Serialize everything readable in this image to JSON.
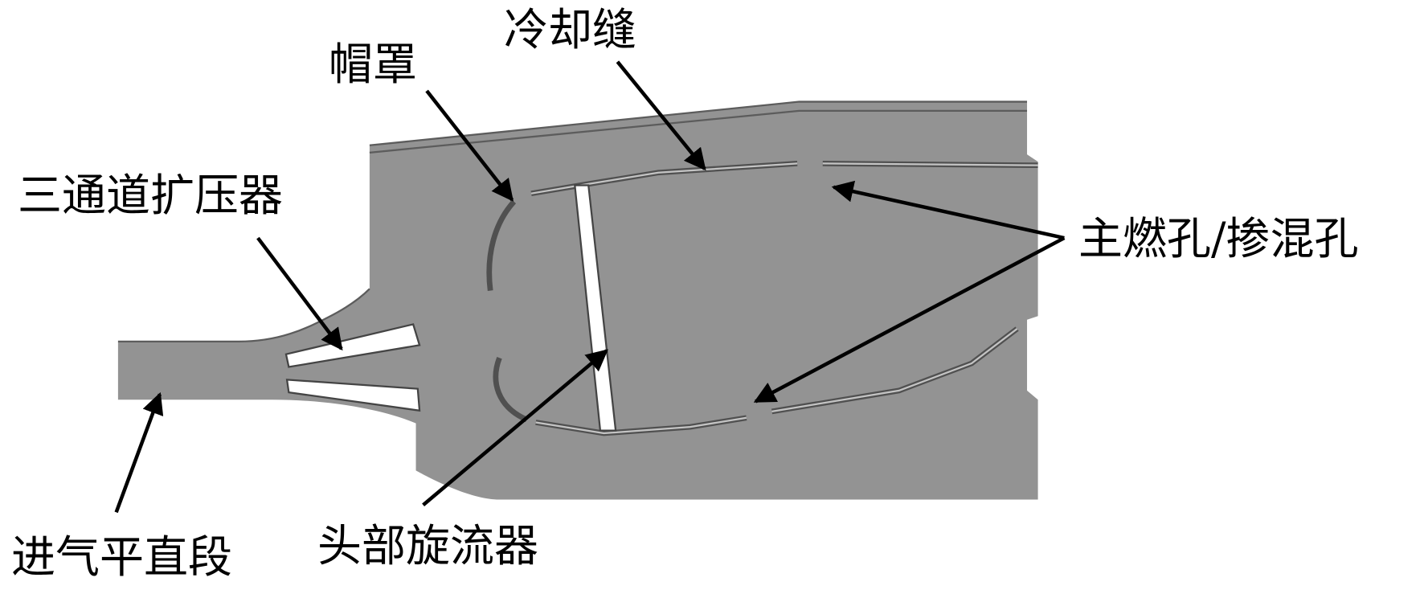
{
  "labels": {
    "cooling_slot": "冷却缝",
    "cowl": "帽罩",
    "diffuser": "三通道扩压器",
    "holes": "主燃孔/掺混孔",
    "inlet": "进气平直段",
    "swirler": "头部旋流器"
  },
  "colors": {
    "body": "#939393",
    "edge": "#5c5c5c",
    "passage": "#ffffff",
    "annotation": "#000000"
  }
}
